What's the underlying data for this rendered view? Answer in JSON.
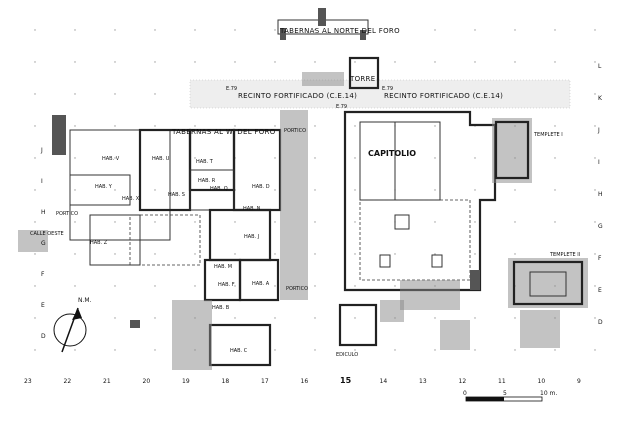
{
  "labels": {
    "tabernas_norte": "TABERNAS AL NORTE DEL FORO",
    "torre": "TORRE",
    "recinto_left": "RECINTO FORTIFICADO (C.E.14)",
    "recinto_right": "RECINTO FORTIFICADO (C.E.14)",
    "e79_a": "E.79",
    "e79_b": "E.79",
    "e79_c": "E.79",
    "tabernas_w": "TABERNAS AL W. DEL FORO",
    "portico_top": "PORTICO",
    "portico_left": "PORTICO",
    "portico_low": "PORTICO",
    "capitolio": "CAPITOLIO",
    "templete_1": "TEMPLETE I",
    "templete_2": "TEMPLETE II",
    "calle_oeste": "CALLE OESTE",
    "edicula": "EDICULO",
    "hab_v": "HAB. V",
    "hab_u": "HAB. U",
    "hab_t": "HAB. T",
    "hab_y": "HAB. Y",
    "hab_r": "HAB. R",
    "hab_x": "HAB. X",
    "hab_s": "HAB. S",
    "hab_q": "HAB. Q",
    "hab_z": "HAB. Z",
    "hab_n": "HAB. N",
    "hab_j": "HAB. J",
    "hab_m": "HAB. M",
    "hab_a": "HAB. A",
    "hab_f": "HAB. F",
    "hab_b": "HAB. B",
    "hab_c": "HAB. C",
    "hab_d": "HAB. D",
    "north": "N.M."
  },
  "grid_bottom": [
    "23",
    "22",
    "21",
    "20",
    "19",
    "18",
    "17",
    "16",
    "15",
    "14",
    "13",
    "12",
    "11",
    "10",
    "9"
  ],
  "grid_left": [
    "J",
    "I",
    "H",
    "G",
    "F",
    "E",
    "D"
  ],
  "grid_right": [
    "L",
    "K",
    "J",
    "I",
    "H",
    "G",
    "F",
    "E",
    "D"
  ],
  "scale": {
    "zero": "0",
    "mid": "5",
    "end": "10 m."
  }
}
